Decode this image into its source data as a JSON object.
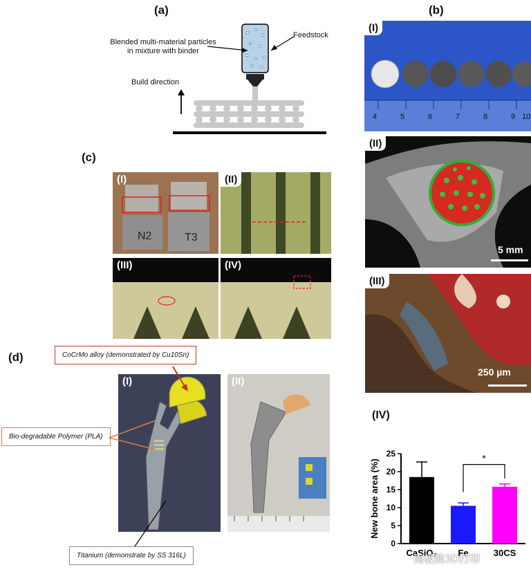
{
  "panel_a": {
    "label": "(a)",
    "mixture_text_1": "Blended multi-material particles",
    "mixture_text_2": "in mixture with binder",
    "feedstock": "Feedstock",
    "build_direction": "Build direction"
  },
  "panel_b": {
    "label": "(b)",
    "sub_i": "(I)",
    "sub_ii": "(II)",
    "sub_iii": "(III)",
    "sub_iv": "(IV)",
    "ruler_numbers": [
      "4",
      "5",
      "6",
      "7",
      "8",
      "9",
      "10"
    ],
    "scale_ii": "5 mm",
    "scale_iii": "250 µm"
  },
  "panel_c": {
    "label": "(c)",
    "sub_i": "(I)",
    "sub_ii": "(II)",
    "sub_iii": "(III)",
    "sub_iv": "(IV)",
    "sample_1": "N2",
    "sample_2": "T3"
  },
  "panel_d": {
    "label": "(d)",
    "sub_i": "(I)",
    "sub_ii": "(II)",
    "callout_cocrmo": "CoCrMo alloy (demonstrated by Cu10Sn)",
    "callout_pla": "Bio-degradable Polymer (PLA)",
    "callout_titanium": "Titanium (demonstrate by SS 316L)"
  },
  "watermark": "南极熊3D打印",
  "colors": {
    "callout_red": "#c0392b",
    "callout_orange": "#e07b39",
    "ruler_blue": "#2c55c8"
  },
  "chart_data": {
    "type": "bar",
    "categories": [
      "CaSiO3",
      "Fe",
      "30CS"
    ],
    "category_labels": [
      "CaSiO₃",
      "Fe",
      "30CS"
    ],
    "values": [
      18.5,
      10.5,
      15.8
    ],
    "errors": [
      4.2,
      0.8,
      0.8
    ],
    "colors": [
      "#000000",
      "#1a1aff",
      "#ff00ff"
    ],
    "ylabel": "New bone area (%)",
    "ylim": [
      0,
      25
    ],
    "yticks": [
      0,
      5,
      10,
      15,
      20,
      25
    ],
    "significance": {
      "between": [
        "Fe",
        "30CS"
      ],
      "mark": "*"
    }
  }
}
